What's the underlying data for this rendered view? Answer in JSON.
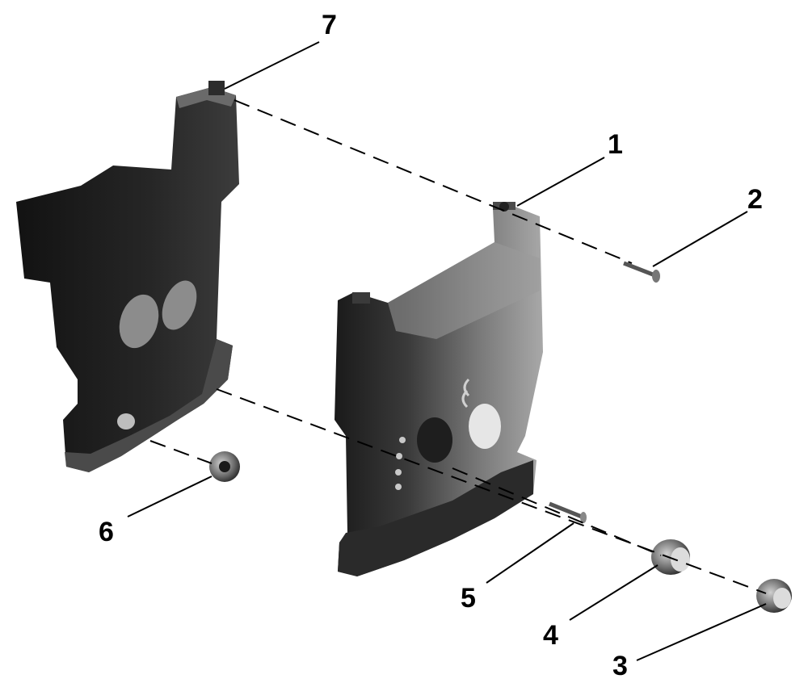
{
  "callouts": {
    "c1": "1",
    "c2": "2",
    "c3": "3",
    "c4": "4",
    "c5": "5",
    "c6": "6",
    "c7": "7"
  },
  "colors": {
    "part_dark": "#161616",
    "part_mid": "#3a3a3a",
    "part_light": "#8a8a8a",
    "background": "#ffffff"
  }
}
